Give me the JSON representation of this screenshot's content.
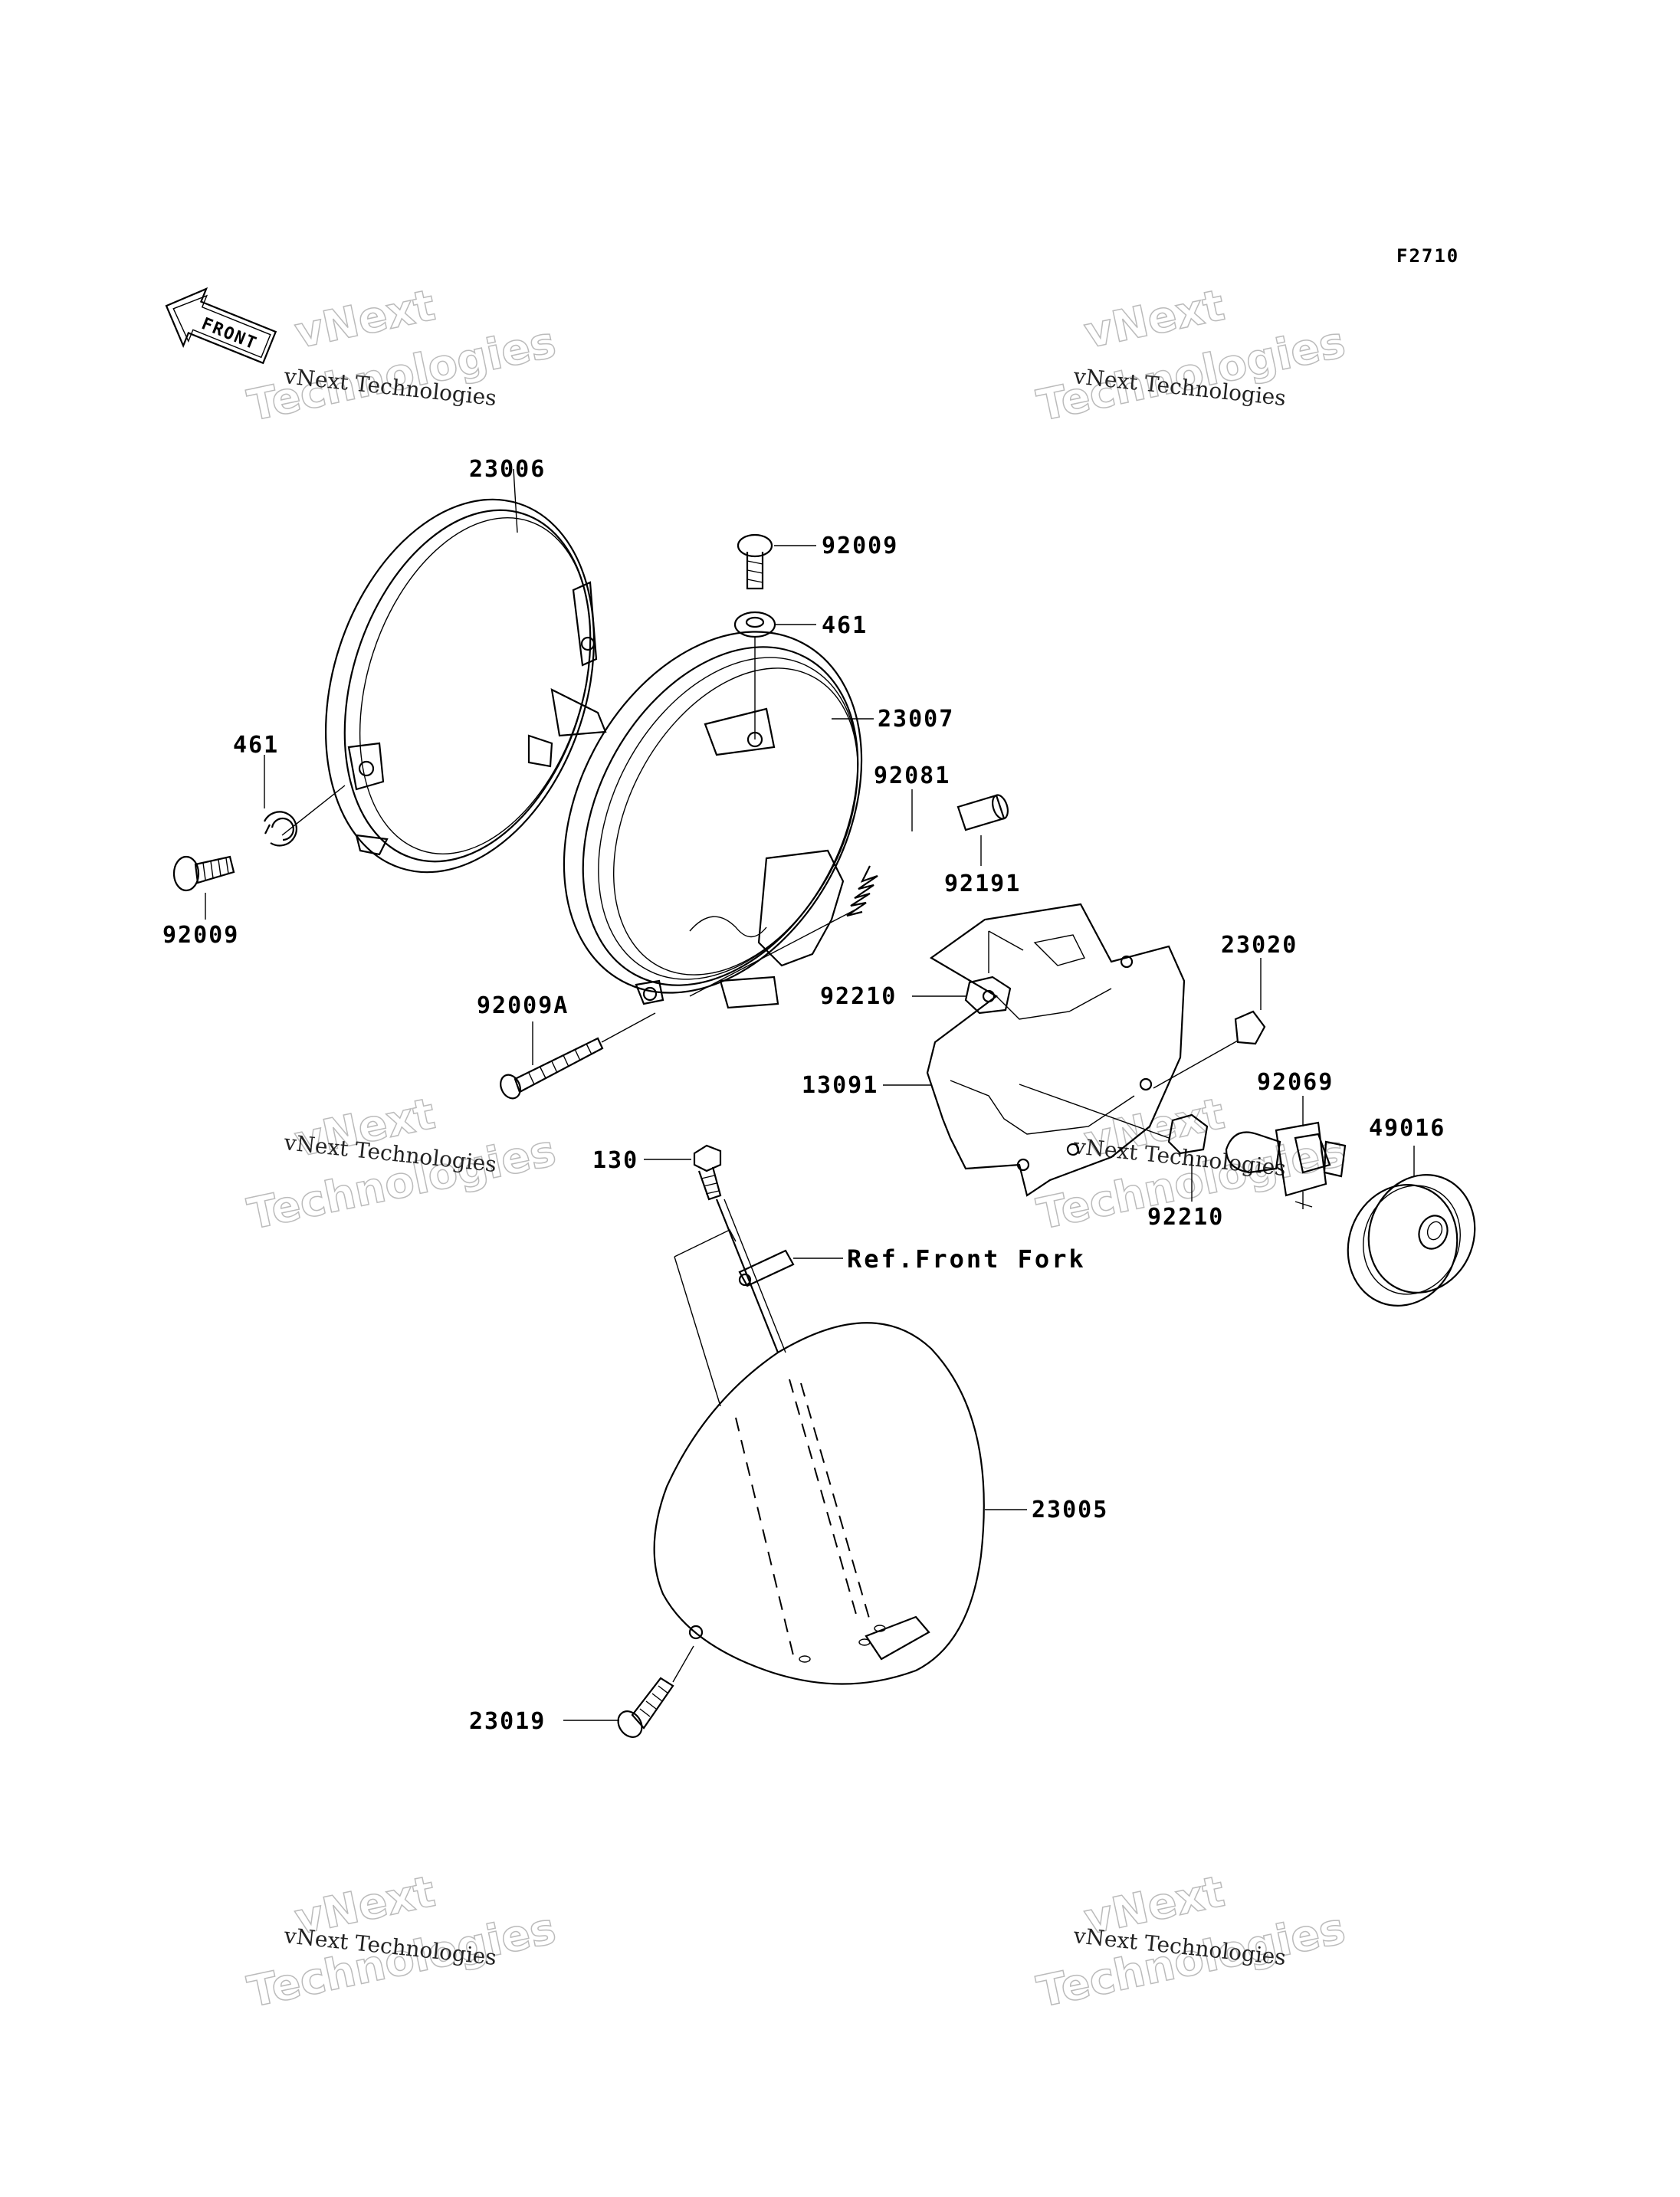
{
  "diagram_code": "F2710",
  "front_arrow_label": "FRONT",
  "reference_label": "Ref.Front Fork",
  "watermark": {
    "line1": "vNext",
    "line2": "Technologies",
    "caption": "vNext Technologies"
  },
  "parts": {
    "p23006": "23006",
    "p92009_top": "92009",
    "p461_top": "461",
    "p23007": "23007",
    "p92081": "92081",
    "p461_left": "461",
    "p92009_left": "92009",
    "p92191": "92191",
    "p92009A": "92009A",
    "p92210_top": "92210",
    "p23020": "23020",
    "p13091": "13091",
    "p92069": "92069",
    "p49016": "49016",
    "p130": "130",
    "p92210_bottom": "92210",
    "p23005": "23005",
    "p23019": "23019"
  }
}
